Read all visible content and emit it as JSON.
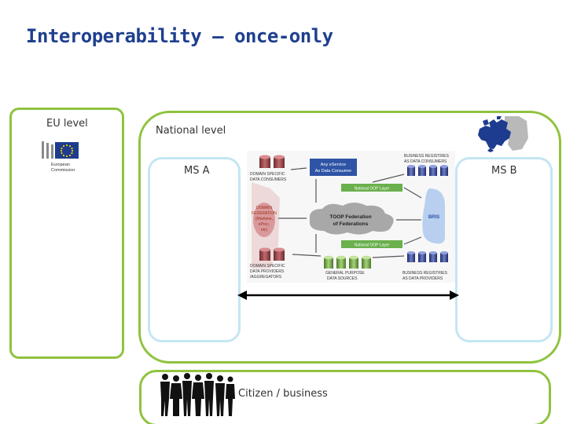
{
  "slide": {
    "title": "Interoperability – once-only"
  },
  "eu_box": {
    "label": "EU level",
    "logo_line1": "European",
    "logo_line2": "Commission"
  },
  "national_box": {
    "label": "National level",
    "ms_a_label": "MS A",
    "ms_b_label": "MS B"
  },
  "citizen_box": {
    "label": "Citizen / business"
  },
  "toop_diagram": {
    "business_registries_consumers": [
      "BUSINESS REGISTRIES",
      "AS DATA CONSUMERS"
    ],
    "any_eservice": [
      "Any eService",
      "As Data Consumer"
    ],
    "domain_specific_consumers": [
      "DOMAIN SPECIFIC",
      "DATA CONSUMERS"
    ],
    "national_layer_top": "National OOP Layer",
    "domain_federation": [
      "DOMAIN",
      "FEDERATION",
      "(Maritime,",
      "eProc,",
      "etc)"
    ],
    "toop_federation": [
      "TOOP Federation",
      "of Federations"
    ],
    "bris": "BRIS",
    "national_layer_bottom": "National OOP Layer",
    "domain_specific_providers": [
      "DOMAIN SPECIFIC",
      "DATA PROVIDERS",
      "/AGGREGATORS"
    ],
    "general_purpose_sources": [
      "GENERAL PURPOSE",
      "DATA SOURCES"
    ],
    "business_registries_providers": [
      "BUSINESS REGISTRIES",
      "AS DATA PROVIDERS"
    ]
  },
  "colors": {
    "title": "#1f3f8f",
    "outer_border": "#8fc33f",
    "inner_border": "#c5e6f3",
    "eu_blue": "#1d3c8f",
    "eu_gold": "#f5d000"
  }
}
